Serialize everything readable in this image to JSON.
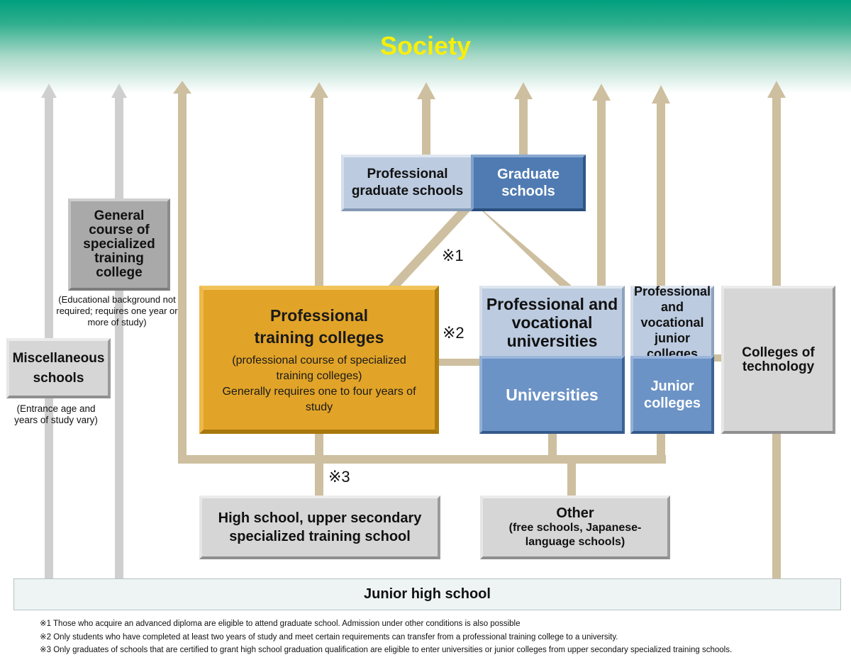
{
  "header": {
    "title": "Society"
  },
  "boxes": {
    "professional_graduate": "Professional graduate schools",
    "graduate": "Graduate schools",
    "general_course": "General course of specialized training college",
    "miscellaneous": "Miscellaneous schools",
    "professional_training": {
      "title": "Professional training colleges",
      "subtitle": "(professional course of specialized training colleges)",
      "study": "Generally requires one to four years of study"
    },
    "prof_voc_universities": "Professional and vocational universities",
    "prof_junior_colleges": "Professional and vocational junior colleges",
    "colleges_of_technology": "Colleges of technology",
    "universities": "Universities",
    "junior_colleges": "Junior colleges",
    "high_school": "High school, upper secondary specialized training school",
    "other": {
      "title": "Other",
      "subtitle": "(free schools, Japanese-language schools)"
    },
    "junior_high": "Junior high school"
  },
  "notes": {
    "general_course": "(Educational background not required; requires one year or more of study)",
    "miscellaneous": "(Entrance age and years of study vary)"
  },
  "marks": {
    "m1": "※1",
    "m2": "※2",
    "m3": "※3"
  },
  "footnotes": [
    "※1 Those who acquire an advanced diploma are eligible to attend graduate school. Admission under other conditions is also possible",
    "※2 Only students who have completed at least two years of study and meet certain requirements can transfer from a professional training college to a university.",
    "※3 Only graduates of schools that are certified to grant high school graduation qualification are eligible to enter universities or junior colleges from upper secondary specialized training schools."
  ],
  "colors": {
    "header": "#00a07e",
    "title": "#f8ee0c",
    "path": "#cdbf9f",
    "gray_arrow": "#cfcfcf",
    "orange": "#e2a428",
    "blue": "#4f7bb2",
    "light_blue": "#bccbe0"
  }
}
